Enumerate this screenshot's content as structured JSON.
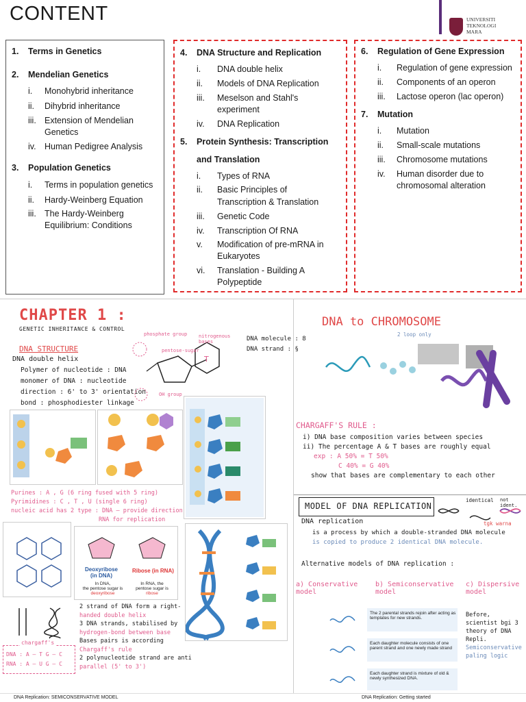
{
  "page_title": "CONTENT",
  "logo": {
    "line1": "UNIVERSITI",
    "line2": "TEKNOLOGI",
    "line3": "MARA"
  },
  "box1": {
    "items": [
      {
        "num": "1.",
        "text": "Terms in Genetics",
        "bold": true
      },
      {
        "num": "2.",
        "text": "Mendelian Genetics",
        "bold": true
      },
      {
        "num": "i.",
        "text": "Monohybrid inheritance"
      },
      {
        "num": "ii.",
        "text": "Dihybrid inheritance"
      },
      {
        "num": "iii.",
        "text": "Extension of Mendelian"
      },
      {
        "num": "",
        "text": "Genetics"
      },
      {
        "num": "iv.",
        "text": "Human Pedigree Analysis"
      },
      {
        "num": "3.",
        "text": "Population Genetics",
        "bold": true
      },
      {
        "num": "i.",
        "text": "Terms in population genetics"
      },
      {
        "num": "ii.",
        "text": "Hardy-Weinberg Equation"
      },
      {
        "num": "iii.",
        "text": "The Hardy-Weinberg"
      },
      {
        "num": "",
        "text": "Equilibrium: Conditions"
      }
    ]
  },
  "box2": {
    "items": [
      {
        "num": "4.",
        "text": "DNA Structure and Replication",
        "bold": true
      },
      {
        "num": "i.",
        "text": "DNA double helix"
      },
      {
        "num": "ii.",
        "text": "Models of DNA Replication"
      },
      {
        "num": "iii.",
        "text": "Meselson and Stahl's"
      },
      {
        "num": "",
        "text": "experiment"
      },
      {
        "num": "iv.",
        "text": "DNA Replication"
      },
      {
        "num": "5.",
        "text": "Protein Synthesis: Transcription",
        "bold": true
      },
      {
        "num": "",
        "text": "and Translation",
        "bold": true
      },
      {
        "num": "i.",
        "text": "Types of RNA"
      },
      {
        "num": "ii.",
        "text": "Basic Principles of"
      },
      {
        "num": "",
        "text": "Transcription & Translation"
      },
      {
        "num": "iii.",
        "text": "Genetic Code"
      },
      {
        "num": "iv.",
        "text": "Transcription Of RNA"
      },
      {
        "num": "v.",
        "text": "Modification of pre-mRNA in"
      },
      {
        "num": "",
        "text": "Eukaryotes"
      },
      {
        "num": "vi.",
        "text": "Translation - Building A"
      },
      {
        "num": "",
        "text": "Polypeptide"
      }
    ]
  },
  "box3": {
    "items": [
      {
        "num": "6.",
        "text": "Regulation of Gene Expression",
        "bold": true
      },
      {
        "num": "i.",
        "text": "Regulation of gene expression"
      },
      {
        "num": "ii.",
        "text": "Components of an operon"
      },
      {
        "num": "iii.",
        "text": "Lactose operon (lac operon)"
      },
      {
        "num": "7.",
        "text": "Mutation",
        "bold": true
      },
      {
        "num": "i.",
        "text": "Mutation"
      },
      {
        "num": "ii.",
        "text": "Small-scale mutations"
      },
      {
        "num": "iii.",
        "text": "Chromosome mutations"
      },
      {
        "num": "iv.",
        "text": "Human disorder due to"
      },
      {
        "num": "",
        "text": "chromosomal alteration"
      }
    ]
  },
  "notes": {
    "chapter_title": "CHAPTER 1 :",
    "chapter_sub": "GENETIC INHERITANCE & CONTROL",
    "dna_structure_heading": "DNA STRUCTURE",
    "dna_double_helix": "DNA double helix",
    "bullets": [
      "Polymer of nucleotide : DNA",
      "monomer of DNA : nucleotide",
      "direction : 6' to 3' orientation",
      "bond : phosphodiester linkage"
    ],
    "labels": {
      "phosphate_group": "phosphate group",
      "pentose_sugar": "pentose-sugar",
      "nitrogenous_bases": "nitrogenous bases",
      "oh_group": "OH group"
    },
    "dna_molecule": "DNA molecule : 8",
    "dna_strand": "DNA strand : §",
    "purines": "Purines : A , G (6 ring fused with 5 ring)",
    "pyrimidines": "Pyrimidines : C , T , U (single 6 ring)",
    "nucleic_acid": "nucleic acid has 2 type : DNA – provide direction",
    "nucleic_acid2": "RNA        for replication",
    "deoxyribose": "Deoxyribose",
    "deoxyribose_sub": "(in DNA)",
    "ribose": "Ribose (in RNA)",
    "in_dna": "In DNA,",
    "in_dna2": "the pentose sugar is",
    "in_dna3": "deoxyribose",
    "in_rna": "In RNA, the",
    "in_rna2": "pentose sugar is",
    "in_rna3": "ribose",
    "strand_facts": [
      "2 strand of DNA form a right-",
      "handed double helix",
      "3 DNA strands, stabilised by",
      "hydrogen-bond between base",
      "Bases pairs is according",
      "Chargaff's rule",
      "2 polynucleotide strand are anti",
      "parallel (5' to 3')"
    ],
    "chargaff_box_title": "chargaff's",
    "chargaff_box_dna": "DNA : A – T   G – C",
    "chargaff_box_rna": "RNA : A – U   G – C",
    "dna_to_chromosome": "DNA to CHROMOSOME",
    "loop_only": "2 loop only",
    "chargaff_rule_title": "CHARGAFF'S RULE :",
    "chargaff_rule_lines": [
      "i) DNA base composition varies between species",
      "ii) The percentage A & T bases are roughly equal",
      "exp : A 50% = T 50%",
      "C 40% = G 40%",
      "show that bases are complementary to each other"
    ],
    "model_title": "MODEL OF DNA REPLICATION",
    "identical": "identical",
    "not_identical": "not ident.",
    "tgk_warna": "tgk warna",
    "dna_replication": "DNA replication",
    "dna_replication_def1": "is a process by which a double-stranded DNA molecule",
    "dna_replication_def2": "is copied to produce 2 identical DNA molecule.",
    "three_models": "Alternative models of DNA replication :",
    "model_a": "a) Conservative model",
    "model_b": "b) Semiconservative model",
    "model_c": "c) Dispersive model",
    "before_scientist": "Before, scientist bgi 3 theory of DNA Repli.",
    "semiconservative_logic": "Semiconservative paling logic",
    "conservative_desc": "The 2 parental strands rejoin after acting as templates for new strands.",
    "semiconservative_desc": "Each daughter molecule consists of one parent strand and one newly made strand",
    "dispersive_desc": "Each daughter strand is mixture of old & newly synthesized DNA.",
    "footer_left": "DNA Replication: SEMICONSERVATIVE MODEL",
    "footer_right": "DNA Replication: Getting started"
  },
  "colors": {
    "accent_red": "#e02a2a",
    "note_pink": "#e05a8c",
    "note_blue": "#6a8ab8"
  }
}
